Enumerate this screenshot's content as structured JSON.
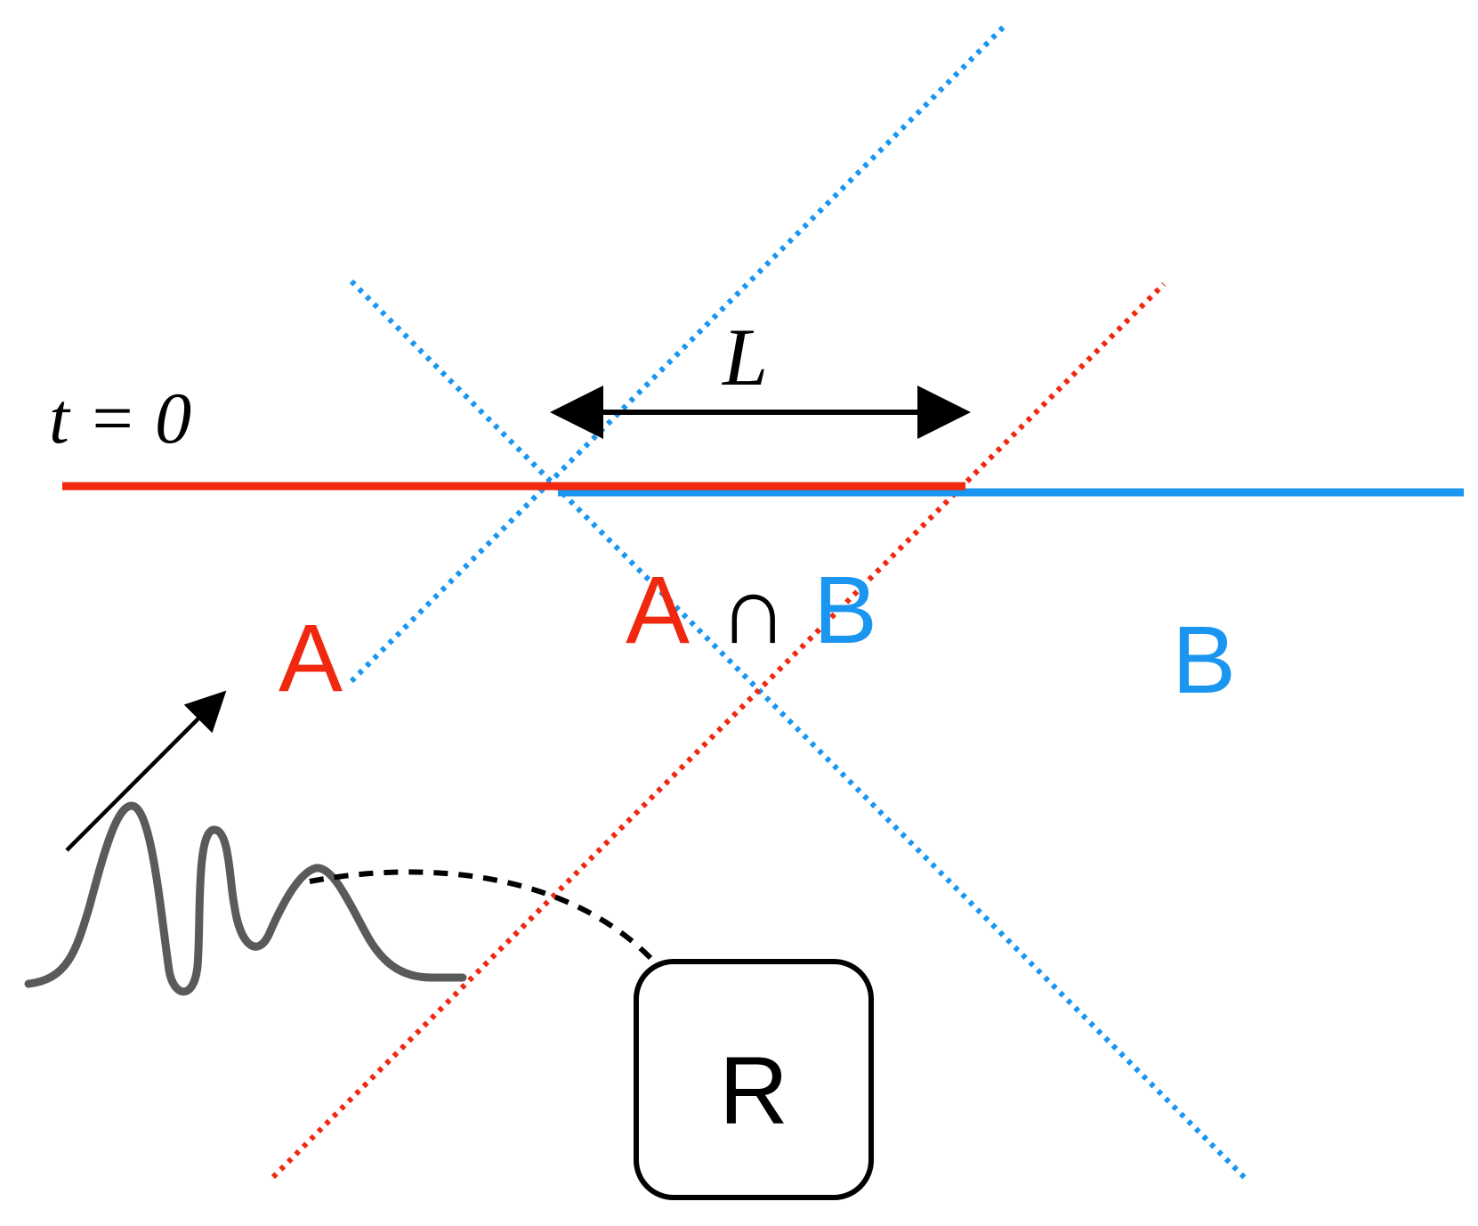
{
  "labels": {
    "time": "t = 0",
    "length": "L",
    "region_a": "A",
    "region_b": "B",
    "intersection_a": "A",
    "intersection_symbol": "∩",
    "intersection_b": "B",
    "reservoir": "R"
  },
  "colors": {
    "a_red": "#f0280f",
    "b_blue": "#1a96f0",
    "black": "#000000",
    "signal_gray": "#5a5a5a"
  }
}
